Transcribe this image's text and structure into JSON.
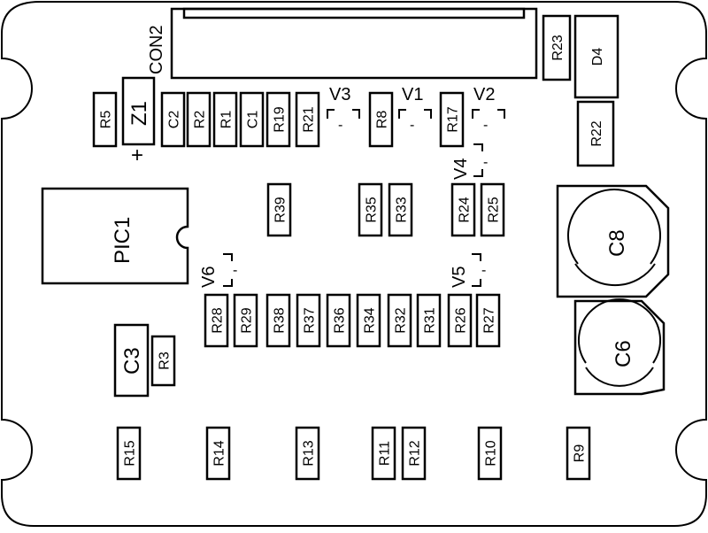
{
  "board": {
    "connector_label": "CON2",
    "ic_label": "PIC1",
    "zener_label": "Z1",
    "plus_sign": "+",
    "resistors_vertical": [
      "R5",
      "C2",
      "R2",
      "R1",
      "C1",
      "R19",
      "R21",
      "R8",
      "R17",
      "R39",
      "R35",
      "R33",
      "R24",
      "R25",
      "R28",
      "R29",
      "R38",
      "R37",
      "R36",
      "R34",
      "R32",
      "R31",
      "R26",
      "R27",
      "R3",
      "R15",
      "R14",
      "R13",
      "R11",
      "R12",
      "R10",
      "R9",
      "R23",
      "D4",
      "R22"
    ],
    "capacitors": {
      "c3": "C3",
      "c8": "C8",
      "c6": "C6"
    },
    "transistors": {
      "v1": "V1",
      "v2": "V2",
      "v3": "V3",
      "v4": "V4",
      "v5": "V5",
      "v6": "V6"
    },
    "transistor_mark": "-"
  }
}
